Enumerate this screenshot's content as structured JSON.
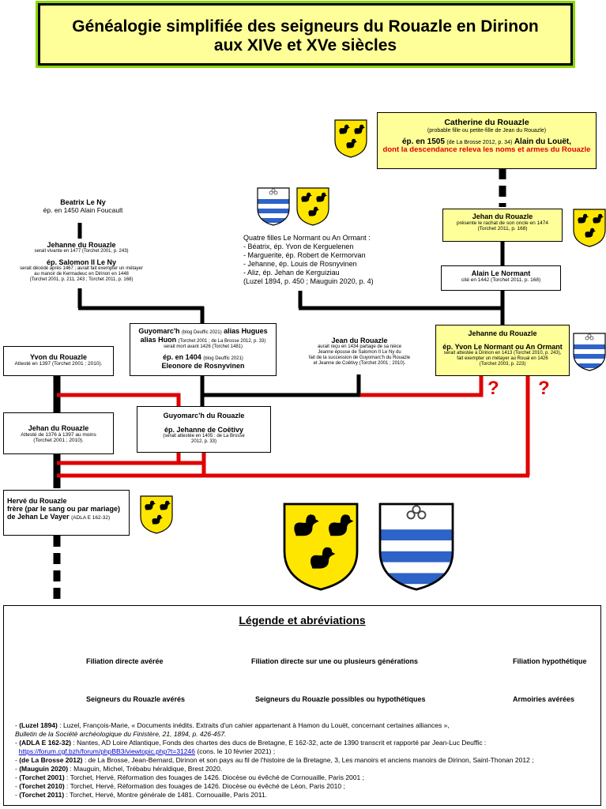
{
  "title": {
    "line1": "Généalogie simplifiée des seigneurs du Rouazle en Dirinon",
    "line2": "aux XIVe et XVe siècles"
  },
  "colors": {
    "yellow": "#ffff99",
    "red": "#e00000",
    "black": "#000000",
    "blue": "#2e63c7",
    "title_border": "#8ad600"
  },
  "people": {
    "catherine": {
      "name": "Catherine du Rouazle",
      "note": "(probable fille ou petite-fille de Jean du Rouazle)",
      "ep_pre": "ép. en 1505",
      "ep_ref": "(de La Brosse 2012, p. 34)",
      "spouse": "Alain du Louët,",
      "red_note": "dont la descendance releva les noms et armes du Rouazle"
    },
    "beatrix": {
      "name": "Beatrix Le Ny",
      "ep": "ép. en 1450 Alain Foucault"
    },
    "jehanne_ny": {
      "name": "Jehanne du Rouazle",
      "note": "serait vivante en 1477 (Torchet 2001, p. 243)",
      "ep": "ép. Salomon II Le Ny",
      "detail1": "serait décédé après 1467 ; aurait fait exempter un métayer",
      "detail2": "au manoir de Kermadeuc en Dirinon en 1448",
      "detail3": "(Torchet 2001, p. 211, 243 ; Torchet 2011, p. 168)"
    },
    "quatre_filles": {
      "head": "Quatre filles Le Normant ou An Ormant :",
      "items": [
        "- Béatrix, ép. Yvon de Kerguelenen",
        "- Marguerite, ép. Robert de Kermorvan",
        "- Jehanne, ép. Louis de Rosnyvinen",
        "- Aliz, ép. Jehan de Kerguiziau"
      ],
      "ref": "(Luzel 1894, p. 450 ; Mauguin 2020, p. 4)"
    },
    "jehan_1474": {
      "name": "Jehan du Rouazle",
      "note1": "présente le rachat de son oncle en 1474",
      "note2": "(Torchet 2011, p. 168)"
    },
    "alain": {
      "name": "Alain Le Normant",
      "note": "cité en 1442 (Torchet 2011, p. 168)"
    },
    "guyomarch": {
      "name1": "Guyomarc'h",
      "ref1": "(blog Deuffic 2021)",
      "name1b": "alias Hugues",
      "name2": "alias Huon",
      "ref2": "(Torchet 2001 ; de La Brosse 2012, p. 33)",
      "note": "serait mort avant 1426 (Torchet 1481)",
      "ep": "ép. en 1404",
      "ep_ref": "(blog Deuffic 2021)",
      "spouse": "Eleonore de Rosnyvinen"
    },
    "jean": {
      "name": "Jean du Rouazle",
      "note1": "aurait reçu en 1434 partage de sa nièce",
      "note2": "Jeanne épouse de Salomon II Le Ny du",
      "note3": "fait de la succession de Guyomarc'h du Rouazle",
      "note4": "et Jeanne de Coëtivy (Torchet 2001 ; 2010)."
    },
    "jehanne_normant": {
      "name": "Jehanne du Rouazle",
      "ep": "ép. Yvon Le Normant ou An Ormant",
      "note1": "serait attestée à Dirinon en 1413 (Torchet 2010, p. 243),",
      "note2": "fait exempter un métayer au Roual en 1426",
      "note3": "(Torchet 2003, p. 223)"
    },
    "yvon": {
      "name": "Yvon du Rouazle",
      "note": "Attesté en 1397 (Torchet 2001 ; 2010)."
    },
    "jehan_1376": {
      "name": "Jehan du Rouazle",
      "note1": "Attesté de 1376 à 1397 au moins",
      "note2": "(Torchet 2001 ; 2010)."
    },
    "guyomarch2": {
      "name": "Guyomarc'h du Rouazle",
      "ep": "ép. Jehanne de Coëtivy",
      "note1": "(serait attestée en 1405 : de La Brosse",
      "note2": "2012, p. 33)"
    },
    "herve": {
      "name": "Hervé du Rouazle",
      "line2": "frère (par le sang ou par mariage)",
      "line3": "de Jehan Le Vayer",
      "ref": "(ADLA E 162-32)"
    }
  },
  "question_mark": "?",
  "legend": {
    "title": "Légende et abréviations",
    "direct": "Filiation directe avérée",
    "multi": "Filiation directe sur une ou plusieurs générations",
    "hypo": "Filiation hypothétique",
    "yellow_box": "Seigneurs du Rouazle avérés",
    "white_box": "Seigneurs du Rouazle possibles ou hypothétiques",
    "arms": "Armoiries avérées"
  },
  "references": [
    {
      "key": "(Luzel 1894)",
      "text": " : Luzel, François-Marie, «  Documents inédits. Extraits d'un cahier appartenant à Hamon du Louët, concernant certaines alliances  »,",
      "line2": "Bulletin de la Société archéologique du Finistère, 21, 1894, p. 426-457."
    },
    {
      "key": "(ADLA E 162-32)",
      "text": " : Nantes, AD Loire Atlantique, Fonds des chartes des ducs de Bretagne, E 162-32, acte de 1390 transcrit et rapporté par Jean-Luc Deuffic  :",
      "link": "https://forum.cgf.bzh/forum/phpBB3/viewtopic.php?t=31246",
      "link_after": " (cons. le 10 février 2021) ;"
    },
    {
      "key": "(de La Brosse 2012)",
      "text": " : de La Brosse, Jean-Bernard, Dirinon et son pays au fil de l'histoire de la Bretagne, 3, Les manoirs et anciens manoirs de Dirinon, Saint-Thonan 2012 ;"
    },
    {
      "key": "(Mauguin 2020)",
      "text": " : Mauguin, Michel, Trébabu héraldique, Brest 2020."
    },
    {
      "key": "(Torchet 2001)",
      "text": " : Torchet, Hervé, Réformation des fouages de 1426. Diocèse ou évêché de Cornouaille, Paris 2001 ;"
    },
    {
      "key": "(Torchet 2010)",
      "text": " : Torchet, Hervé, Réformation des fouages de 1426. Diocèse ou évêché de Léon, Paris 2010 ;"
    },
    {
      "key": "(Torchet 2011)",
      "text": " : Torchet, Hervé, Montre générale de 1481. Cornouaille, Paris 2011."
    }
  ]
}
